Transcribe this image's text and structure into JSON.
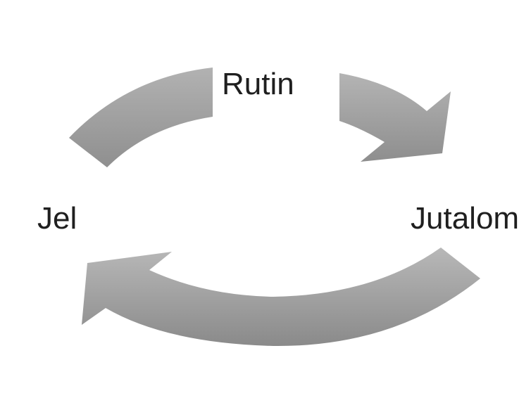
{
  "diagram": {
    "type": "cycle",
    "nodes": {
      "top": "Rutin",
      "left": "Jel",
      "right": "Jutalom"
    },
    "arrow_color_light": "#b4b4b4",
    "arrow_color_dark": "#8c8c8c",
    "text_color": "#1f1f1f",
    "background": "#ffffff"
  }
}
